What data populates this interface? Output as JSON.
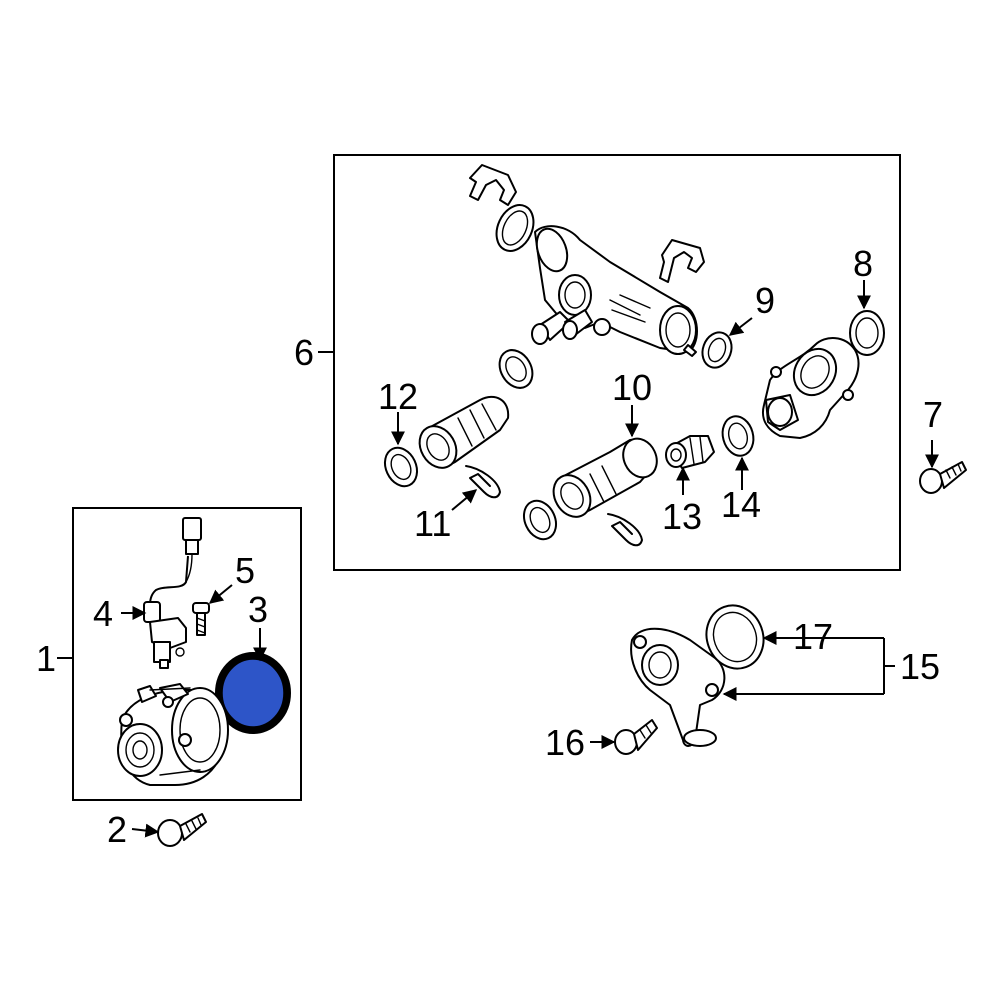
{
  "diagram": {
    "callouts": {
      "c1": "1",
      "c2": "2",
      "c3": "3",
      "c4": "4",
      "c5": "5",
      "c6": "6",
      "c7": "7",
      "c8": "8",
      "c9": "9",
      "c10": "10",
      "c11": "11",
      "c12": "12",
      "c13": "13",
      "c14": "14",
      "c15": "15",
      "c16": "16",
      "c17": "17"
    },
    "colors": {
      "highlight_fill": "#2d55c8",
      "line": "#000000",
      "background": "#ffffff"
    }
  }
}
